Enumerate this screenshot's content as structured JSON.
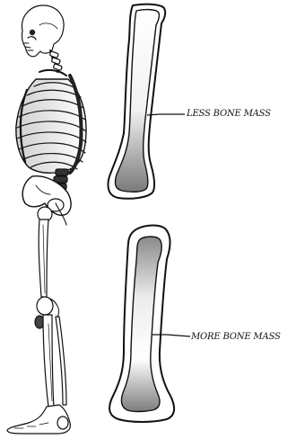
{
  "labels": {
    "less_bone_mass": "LESS BONE MASS",
    "more_bone_mass": "MORE BONE MASS"
  },
  "icons": {
    "skeleton": "skeleton-side-view",
    "bone_thin": "long-bone-cross-section",
    "bone_thick": "long-bone-cross-section"
  },
  "colors": {
    "ink": "#111111",
    "marrow_light": "#ffffff",
    "marrow_dark": "#7a7a7a"
  }
}
